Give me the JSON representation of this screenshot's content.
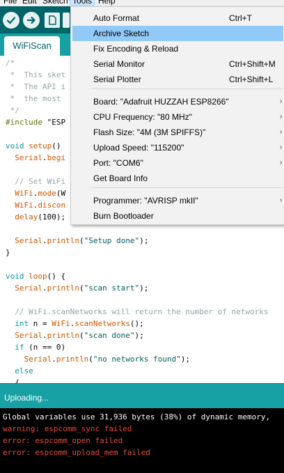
{
  "menubar": {
    "items": [
      {
        "label": "File"
      },
      {
        "label": "Edit"
      },
      {
        "label": "Sketch"
      },
      {
        "label": "Tools"
      },
      {
        "label": "Help"
      }
    ]
  },
  "tab": {
    "label": "WiFiScan"
  },
  "code": {
    "lines": [
      "/*",
      " *  This sket",
      " *  The API i",
      " *  the most ",
      " */",
      "#include \"ESP",
      "",
      "void setup()",
      "  Serial.begi",
      "",
      "  // Set WiFi",
      "  WiFi.mode(W",
      "  WiFi.discon",
      "  delay(100);",
      "",
      "  Serial.println(\"Setup done\");",
      "}",
      "",
      "void loop() {",
      "  Serial.println(\"scan start\");",
      "",
      "  // WiFi.scanNetworks will return the number of networks",
      "  int n = WiFi.scanNetworks();",
      "  Serial.println(\"scan done\");",
      "  if (n == 0)",
      "    Serial.println(\"no networks found\");",
      "  else",
      "  {"
    ]
  },
  "status": {
    "text": "Uploading..."
  },
  "console": {
    "lines": [
      {
        "text": "Global variables use 31,936 bytes (38%) of dynamic memory,",
        "kind": "normal"
      },
      {
        "text": "warning: espcomm_sync failed",
        "kind": "error"
      },
      {
        "text": "error: espcomm_open failed",
        "kind": "error"
      },
      {
        "text": "error: espcomm_upload_mem failed",
        "kind": "error"
      }
    ]
  },
  "tools_menu": {
    "items": [
      {
        "label": "Auto Format",
        "shortcut": "Ctrl+T",
        "submenu": false,
        "highlighted": false
      },
      {
        "label": "Archive Sketch",
        "shortcut": "",
        "submenu": false,
        "highlighted": true
      },
      {
        "label": "Fix Encoding & Reload",
        "shortcut": "",
        "submenu": false,
        "highlighted": false
      },
      {
        "label": "Serial Monitor",
        "shortcut": "Ctrl+Shift+M",
        "submenu": false,
        "highlighted": false
      },
      {
        "label": "Serial Plotter",
        "shortcut": "Ctrl+Shift+L",
        "submenu": false,
        "highlighted": false
      },
      {
        "label": "Board: \"Adafruit HUZZAH ESP8266\"",
        "shortcut": "",
        "submenu": true,
        "highlighted": false
      },
      {
        "label": "CPU Frequency: \"80 MHz\"",
        "shortcut": "",
        "submenu": true,
        "highlighted": false
      },
      {
        "label": "Flash Size: \"4M (3M SPIFFS)\"",
        "shortcut": "",
        "submenu": true,
        "highlighted": false
      },
      {
        "label": "Upload Speed: \"115200\"",
        "shortcut": "",
        "submenu": true,
        "highlighted": false
      },
      {
        "label": "Port: \"COM6\"",
        "shortcut": "",
        "submenu": true,
        "highlighted": false
      },
      {
        "label": "Get Board Info",
        "shortcut": "",
        "submenu": false,
        "highlighted": false
      },
      {
        "label": "Programmer: \"AVRISP mkII\"",
        "shortcut": "",
        "submenu": true,
        "highlighted": false
      },
      {
        "label": "Burn Bootloader",
        "shortcut": "",
        "submenu": false,
        "highlighted": false
      }
    ],
    "arrow_glyph": "›"
  },
  "colors": {
    "toolbar": "#006468",
    "tabbar": "#17a1a5",
    "menu_highlight": "#91c9f7",
    "console_error": "#e74c3c"
  },
  "icons": [
    "verify-icon",
    "upload-icon",
    "new-sketch-icon"
  ]
}
